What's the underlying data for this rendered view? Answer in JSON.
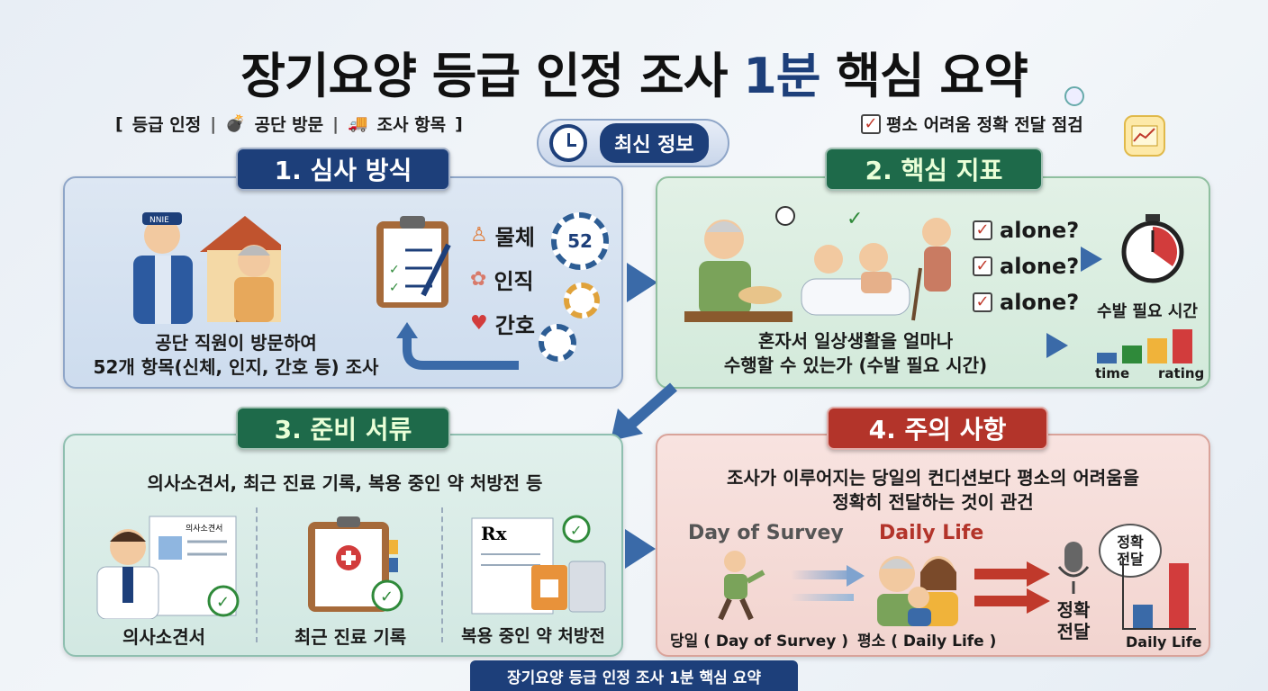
{
  "title": {
    "part1": "장기요양 등급 인정 조사 ",
    "num": "1분",
    "part2": " 핵심 요약"
  },
  "tags": {
    "open": "[",
    "t1": "등급 인정",
    "t2": "공단 방문",
    "t3": "조사 항목",
    "close": "]"
  },
  "check_note": "평소 어려움 정확 전달 점검",
  "latest": "최신 정보",
  "p1": {
    "title": "1. 심사 방식",
    "badge": "NNIE",
    "items": [
      "물체",
      "인직",
      "간호"
    ],
    "gear_num": "52",
    "desc1": "공단 직원이 방문하여",
    "desc2": "52개 항목(신체, 인지, 간호 등) 조사"
  },
  "p2": {
    "title": "2. 핵심 지표",
    "checks": [
      "alone?",
      "alone?",
      "alone?"
    ],
    "timer_label": "수발 필요 시간",
    "desc1": "혼자서 일상생활을 얼마나",
    "desc2": "수행할 수 있는가 (수발 필요 시간)",
    "chart_x": "time",
    "chart_y": "rating"
  },
  "p3": {
    "title": "3. 준비 서류",
    "desc": "의사소견서, 최근 진료 기록, 복용 중인 약 처방전 등",
    "doc_tag": "의사소견서",
    "rx": "Rx",
    "labels": [
      "의사소견서",
      "최근 진료 기록",
      "복용 중인 약 처방전"
    ]
  },
  "p4": {
    "title": "4. 주의 사항",
    "desc1": "조사가 이루어지는 당일의 컨디션보다 평소의 어려움을",
    "desc2": "정확히 전달하는 것이 관건",
    "day_survey": "Day of Survey",
    "daily_life": "Daily Life",
    "bubble1": "정확",
    "bubble2": "전달",
    "mic1": "정확",
    "mic2": "전달",
    "lbl_survey": "당일 ( Day of Survey )",
    "lbl_daily": "평소 ( Daily Life )",
    "chart_label": "Daily Life"
  },
  "footer": "장기요양 등급 인정 조사 1분 핵심 요약",
  "colors": {
    "navy": "#1d3f7a",
    "green": "#1e6a4a",
    "red": "#b3342a"
  }
}
